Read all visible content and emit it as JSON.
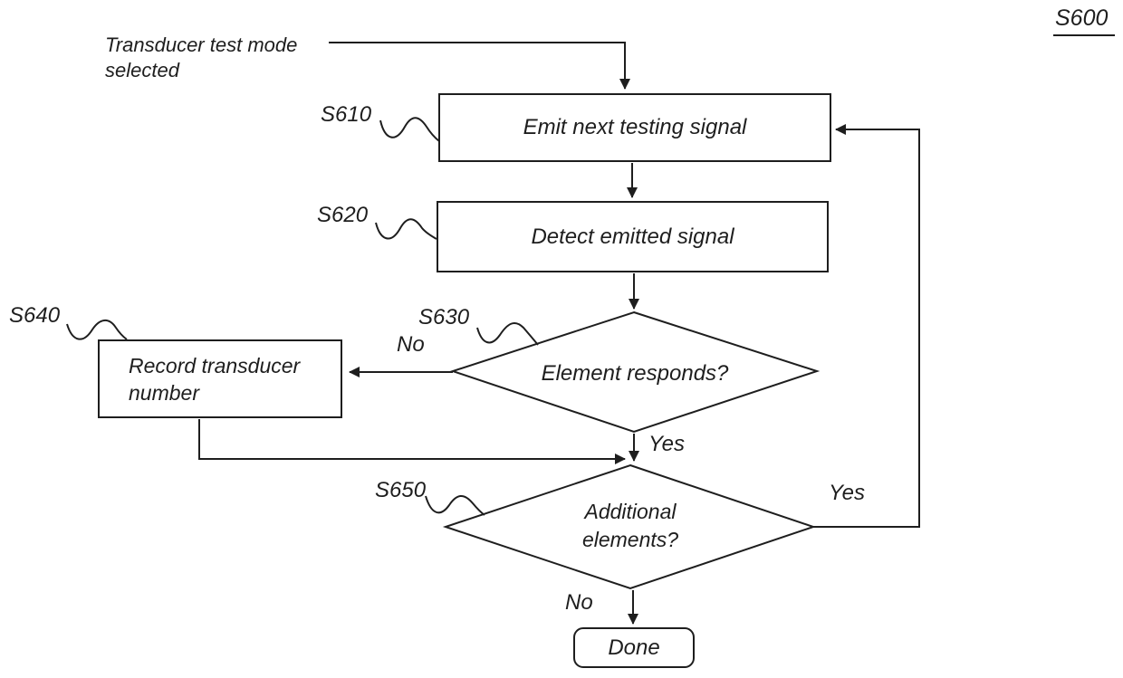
{
  "meta": {
    "figure_label": "S600"
  },
  "flowchart": {
    "ink_color": "#1e1e1e",
    "start_note": "Transducer test mode selected",
    "nodes": [
      {
        "step": "S610",
        "label": "Emit next testing signal",
        "type": "process"
      },
      {
        "step": "S620",
        "label": "Detect emitted signal",
        "type": "process"
      },
      {
        "step": "S630",
        "label": "Element responds?",
        "type": "decision"
      },
      {
        "step": "S640",
        "label": "Record transducer number",
        "type": "process"
      },
      {
        "step": "S650",
        "label": "Additional elements?",
        "type": "decision"
      },
      {
        "step": "",
        "label": "Done",
        "type": "terminator"
      }
    ],
    "edges": [
      {
        "from": "start_note",
        "to": "S610",
        "label": ""
      },
      {
        "from": "S610",
        "to": "S620",
        "label": ""
      },
      {
        "from": "S620",
        "to": "S630",
        "label": ""
      },
      {
        "from": "S630",
        "to": "S640",
        "label": "No"
      },
      {
        "from": "S630",
        "to": "S650",
        "label": "Yes"
      },
      {
        "from": "S640",
        "to": "S650",
        "label": ""
      },
      {
        "from": "S650",
        "to": "S610",
        "label": "Yes"
      },
      {
        "from": "S650",
        "to": "Done",
        "label": "No"
      }
    ]
  }
}
